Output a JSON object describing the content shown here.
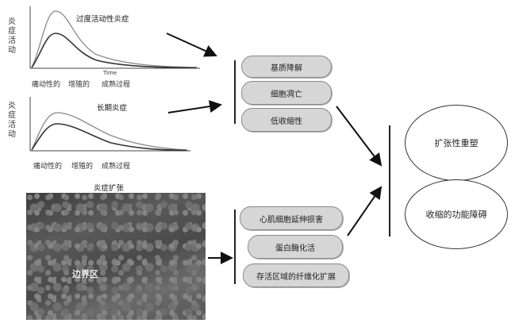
{
  "top_chart": {
    "title": "过度活动性炎症",
    "ylabel": "炎症活动",
    "xaxis": "Time",
    "phases": [
      "痛动性的",
      "增殖的",
      "成熟过程"
    ]
  },
  "mid_chart": {
    "title": "长期炎症",
    "ylabel": "炎症活动",
    "phases": [
      "痛动性的",
      "增殖的",
      "成熟过程"
    ]
  },
  "photo": {
    "title": "炎症扩张",
    "region_label": "边界区"
  },
  "process_group_top": [
    "基质降解",
    "细胞凋亡",
    "低收缩性"
  ],
  "process_group_bottom": [
    "心肌细胞延伸损害",
    "蛋白酶化活",
    "存活区域的纤维化扩展"
  ],
  "outcomes": [
    "扩张性重塑",
    "收缩的功能障碍"
  ]
}
